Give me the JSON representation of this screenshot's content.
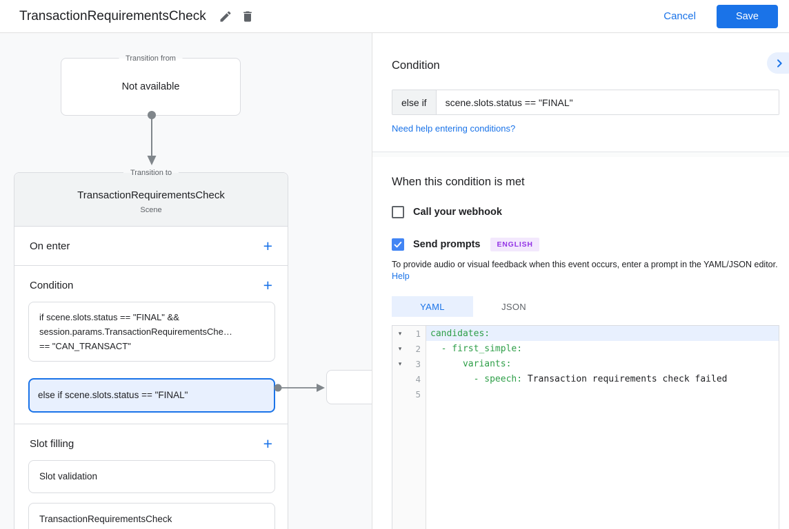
{
  "header": {
    "title": "TransactionRequirementsCheck",
    "cancel_label": "Cancel",
    "save_label": "Save"
  },
  "flow": {
    "transition_from": {
      "legend": "Transition from",
      "content": "Not available"
    },
    "scene_card": {
      "legend": "Transition to",
      "title": "TransactionRequirementsCheck",
      "subtitle": "Scene",
      "on_enter": {
        "label": "On enter",
        "add_label": "+"
      },
      "condition": {
        "label": "Condition",
        "add_label": "+",
        "if_lines": [
          "if scene.slots.status == \"FINAL\" &&",
          "session.params.TransactionRequirementsChe…",
          "== \"CAN_TRANSACT\""
        ],
        "else_if": "else if scene.slots.status == \"FINAL\""
      },
      "slot_filling": {
        "label": "Slot filling",
        "add_label": "+",
        "items": [
          "Slot validation",
          "TransactionRequirementsCheck"
        ]
      }
    }
  },
  "panel": {
    "condition_title": "Condition",
    "condition_prefix": "else if",
    "condition_value": "scene.slots.status == \"FINAL\"",
    "conditions_help_link": "Need help entering conditions?",
    "when_title": "When this condition is met",
    "webhook_label": "Call your webhook",
    "prompts_label": "Send prompts",
    "language_badge": "ENGLISH",
    "prompt_hint": "To provide audio or visual feedback when this event occurs, enter a prompt in the YAML/JSON editor.",
    "help_label": "Help",
    "tabs": [
      {
        "label": "YAML",
        "selected": true
      },
      {
        "label": "JSON",
        "selected": false
      }
    ],
    "editor": {
      "lines": [
        {
          "num": "1",
          "fold": true,
          "green": "candidates:",
          "plain": "",
          "highlight": true
        },
        {
          "num": "2",
          "fold": true,
          "green": "  - first_simple:",
          "plain": ""
        },
        {
          "num": "3",
          "fold": true,
          "green": "      variants:",
          "plain": ""
        },
        {
          "num": "4",
          "fold": false,
          "green": "        - speech:",
          "plain": " Transaction requirements check failed"
        },
        {
          "num": "5",
          "fold": false,
          "green": "",
          "plain": ""
        }
      ]
    }
  },
  "icons": {
    "edit": "pencil-icon",
    "delete": "trash-icon",
    "collapse": "chevron-right-icon",
    "fold": "chevron-down-icon",
    "add": "plus-icon"
  },
  "colors": {
    "accent_blue": "#1a73e8",
    "checkbox_blue": "#4285f4",
    "selected_bg": "#e8f0fe",
    "code_key_green": "#2d9e47",
    "badge_purple": "#9334e6",
    "badge_bg": "#f3e8fd",
    "canvas_bg": "#f8f9fa",
    "card_head_bg": "#f1f3f4"
  }
}
